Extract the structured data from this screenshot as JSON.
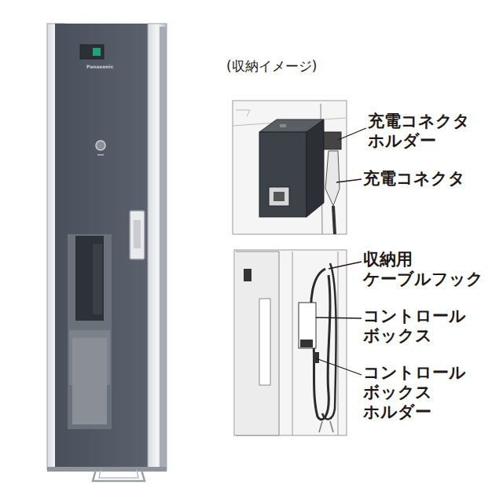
{
  "diagram": {
    "labels": [
      "(収納イメージ)",
      "充電コネクタ ホルダー",
      "充電コネクタ",
      "収納用 ケーブルフック",
      "コントロール ボックス",
      "コントロール ボックス ホルダー",
      "Panasonic"
    ]
  }
}
